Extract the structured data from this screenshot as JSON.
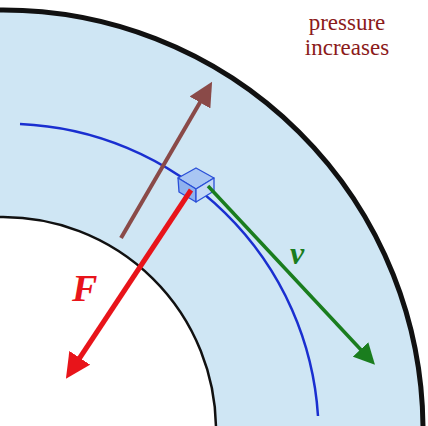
{
  "diagram": {
    "labels": [
      "pressure increases",
      "F",
      "v"
    ]
  }
}
